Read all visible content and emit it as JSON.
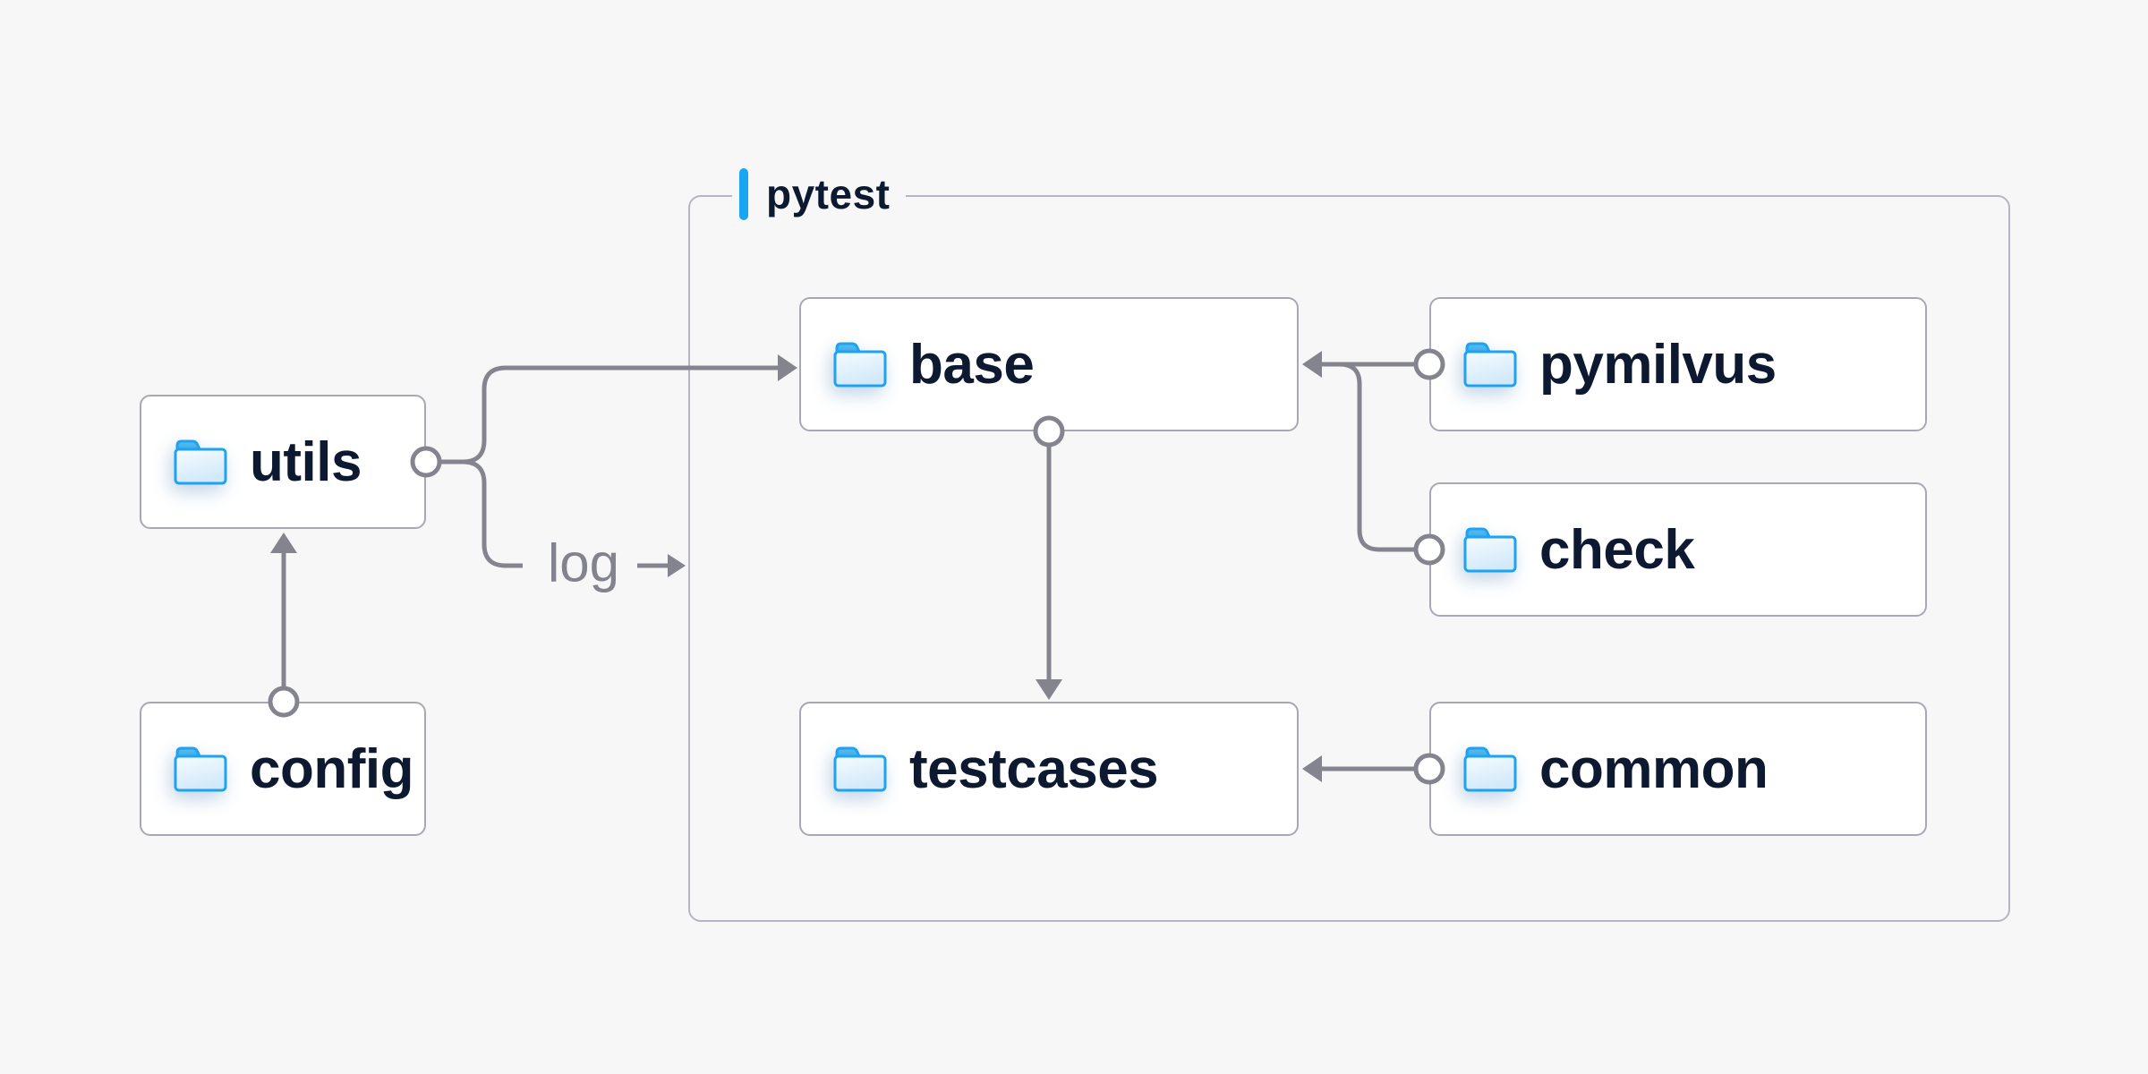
{
  "diagram": {
    "background_color": "#f7f7f8",
    "line_color": "#84848e",
    "node_border_color": "#a8a8b4",
    "node_text_color": "#0d1930",
    "folder_icon_color": "#1da3f0"
  },
  "group": {
    "label": "pytest",
    "accent_color": "#18a5f2",
    "border_color": "#b6b6c2"
  },
  "nodes": [
    {
      "id": "utils",
      "label": "utils"
    },
    {
      "id": "config",
      "label": "config"
    },
    {
      "id": "base",
      "label": "base"
    },
    {
      "id": "pymilvus",
      "label": "pymilvus"
    },
    {
      "id": "check",
      "label": "check"
    },
    {
      "id": "testcases",
      "label": "testcases"
    },
    {
      "id": "common",
      "label": "common"
    }
  ],
  "edges": [
    {
      "from": "config",
      "to": "utils",
      "label": ""
    },
    {
      "from": "utils",
      "to": "base",
      "label": ""
    },
    {
      "from": "utils",
      "to": "pytest-group",
      "label": "log"
    },
    {
      "from": "pymilvus",
      "to": "base",
      "label": ""
    },
    {
      "from": "check",
      "to": "base",
      "label": ""
    },
    {
      "from": "base",
      "to": "testcases",
      "label": ""
    },
    {
      "from": "common",
      "to": "testcases",
      "label": ""
    }
  ]
}
